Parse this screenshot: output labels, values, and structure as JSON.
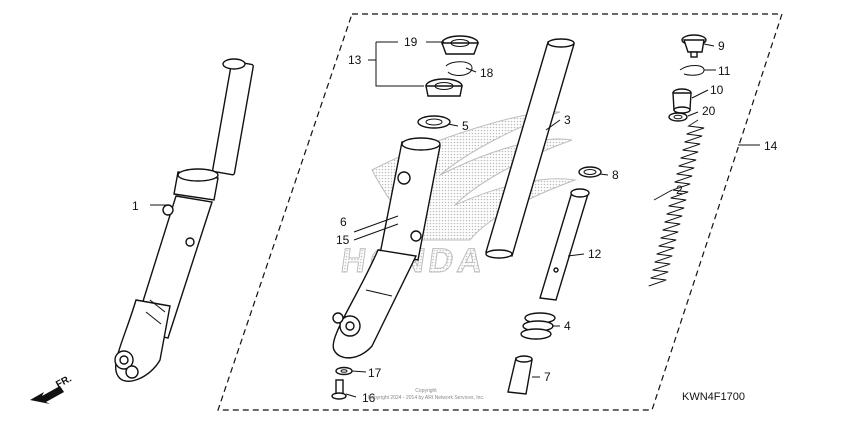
{
  "diagram": {
    "diagram_code": "KWN4F1700",
    "direction_label": "FR.",
    "copyright_line1": "Copyright",
    "copyright_line2": "Copyright 2024 - 2014 by ARI Network Services, Inc.",
    "colors": {
      "line": "#111111",
      "watermark": "#c8c8c8",
      "background": "#ffffff"
    },
    "callouts": [
      {
        "id": "1",
        "text": "1"
      },
      {
        "id": "2",
        "text": "2"
      },
      {
        "id": "3",
        "text": "3"
      },
      {
        "id": "4",
        "text": "4"
      },
      {
        "id": "5",
        "text": "5"
      },
      {
        "id": "6",
        "text": "6"
      },
      {
        "id": "7",
        "text": "7"
      },
      {
        "id": "8",
        "text": "8"
      },
      {
        "id": "9",
        "text": "9"
      },
      {
        "id": "10",
        "text": "10"
      },
      {
        "id": "11",
        "text": "11"
      },
      {
        "id": "12",
        "text": "12"
      },
      {
        "id": "13",
        "text": "13"
      },
      {
        "id": "14",
        "text": "14"
      },
      {
        "id": "15",
        "text": "15"
      },
      {
        "id": "16",
        "text": "16"
      },
      {
        "id": "17",
        "text": "17"
      },
      {
        "id": "18",
        "text": "18"
      },
      {
        "id": "19",
        "text": "19"
      },
      {
        "id": "20",
        "text": "20"
      }
    ]
  }
}
